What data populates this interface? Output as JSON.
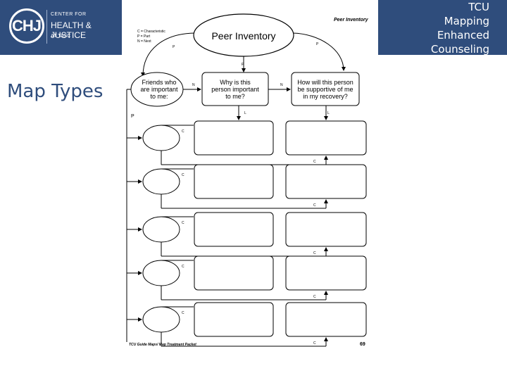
{
  "logo": {
    "mark": "CHJ",
    "line1": "CENTER FOR",
    "line2": "HEALTH & JUSTICE",
    "line3": "AT TASC"
  },
  "title": [
    "TCU",
    "Mapping",
    "Enhanced",
    "Counseling"
  ],
  "heading": "Map Types",
  "worksheet": {
    "corner_title": "Peer Inventory",
    "legend": [
      "C = Characteristic",
      "P = Part",
      "N = Next"
    ],
    "center_node": "Peer Inventory",
    "node_friends": [
      "Friends who",
      "are important",
      "to me:"
    ],
    "node_why": [
      "Why is this",
      "person important",
      "to me?"
    ],
    "node_how": [
      "How will this person",
      "be supportive of me",
      "in my recovery?"
    ],
    "link_p": "P",
    "link_n": "N",
    "link_l": "L",
    "link_c": "C",
    "footer_left": "TCU Guide Maps/ Map Treatment Packet",
    "footer_page": "69"
  },
  "colors": {
    "brand": "#2f4d7c",
    "ink": "#000000"
  }
}
